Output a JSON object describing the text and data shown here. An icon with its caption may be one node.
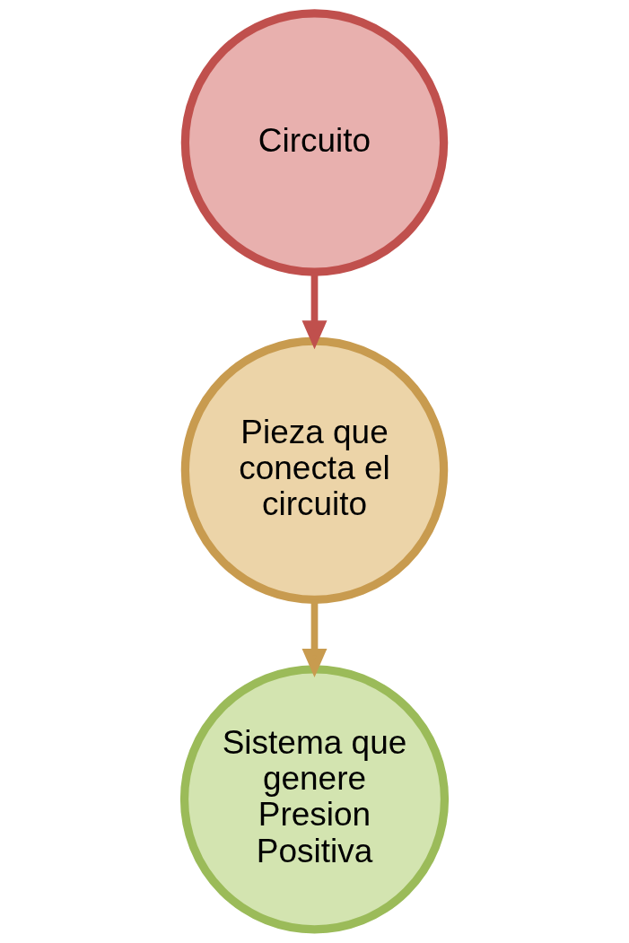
{
  "diagram": {
    "nodes": [
      {
        "text": [
          "Circuito"
        ]
      },
      {
        "text": [
          "Pieza que conecta el circuito"
        ]
      },
      {
        "text": [
          "Sistema que genere Presion Positiva"
        ]
      }
    ],
    "edges": [
      {
        "from": 0,
        "to": 1,
        "arrow": "to",
        "color": "#c0504d"
      },
      {
        "from": 1,
        "to": 2,
        "arrow": "to",
        "color": "#c89b4f"
      }
    ]
  }
}
